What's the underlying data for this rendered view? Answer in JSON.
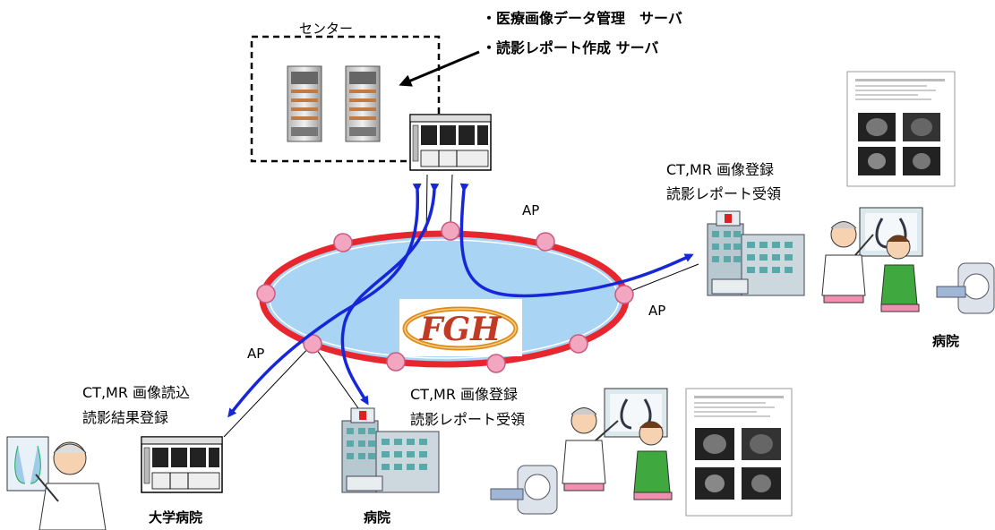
{
  "center": {
    "label": "センター"
  },
  "servers": {
    "line1": "・医療画像データ管理　サーバ",
    "line2": "・読影レポート作成 サーバ"
  },
  "ap_label": "AP",
  "logo_text": "FGH",
  "right_hospital": {
    "line1": "CT,MR 画像登録",
    "line2": "読影レポート受領",
    "name": "病院"
  },
  "mid_hospital": {
    "line1": "CT,MR 画像登録",
    "line2": "読影レポート受領",
    "name": "病院"
  },
  "university": {
    "line1": "CT,MR 画像読込",
    "line2": "読影結果登録",
    "name": "大学病院"
  },
  "colors": {
    "ring_outer": "#e8262e",
    "ring_fill": "#a9d4f4",
    "node": "#f2a6bf",
    "flow_arrow": "#1626d8",
    "logo_text": "#c13a23",
    "logo_swoosh": "#e08a1a"
  }
}
